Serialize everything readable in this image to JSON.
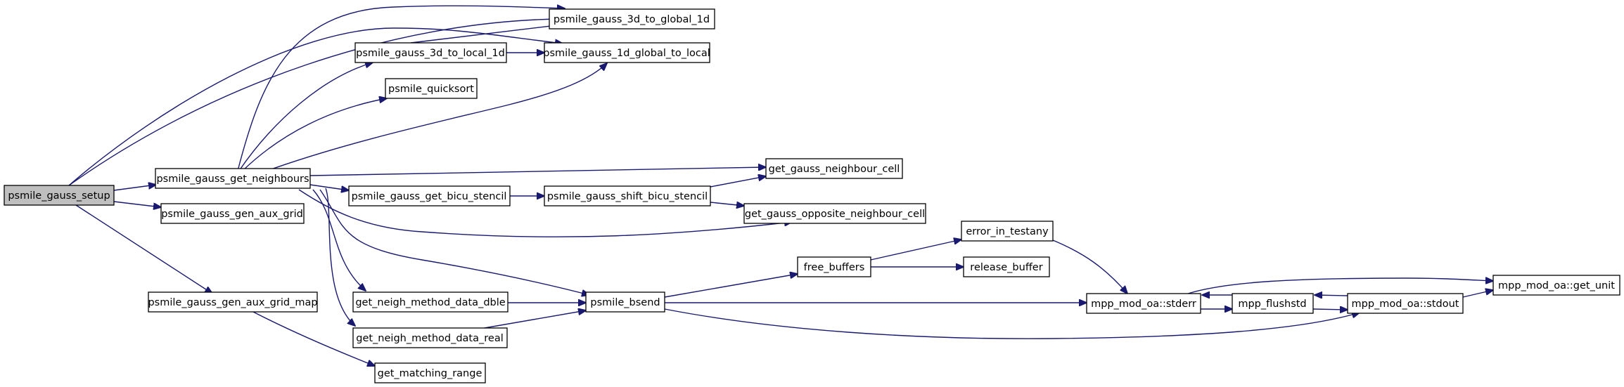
{
  "graph": {
    "accent": "#191970",
    "root_fill": "#bfbfbf",
    "nodes": {
      "setup": "psmile_gauss_setup",
      "get_neighbours": "psmile_gauss_get_neighbours",
      "gen_aux_grid": "psmile_gauss_gen_aux_grid",
      "gen_aux_grid_map": "psmile_gauss_gen_aux_grid_map",
      "to_global_1d": "psmile_gauss_3d_to_global_1d",
      "to_local_1d": "psmile_gauss_3d_to_local_1d",
      "global_to_local": "psmile_gauss_1d_global_to_local",
      "quicksort": "psmile_quicksort",
      "get_bicu_stencil": "psmile_gauss_get_bicu_stencil",
      "shift_bicu_stencil": "psmile_gauss_shift_bicu_stencil",
      "neighbour_cell": "get_gauss_neighbour_cell",
      "opposite_neighbour_cell": "get_gauss_opposite_neighbour_cell",
      "method_data_dble": "get_neigh_method_data_dble",
      "method_data_real": "get_neigh_method_data_real",
      "bsend": "psmile_bsend",
      "free_buffers": "free_buffers",
      "error_in_testany": "error_in_testany",
      "release_buffer": "release_buffer",
      "stderr": "mpp_mod_oa::stderr",
      "flushstd": "mpp_flushstd",
      "stdout": "mpp_mod_oa::stdout",
      "get_unit": "mpp_mod_oa::get_unit",
      "matching_range": "get_matching_range"
    }
  }
}
